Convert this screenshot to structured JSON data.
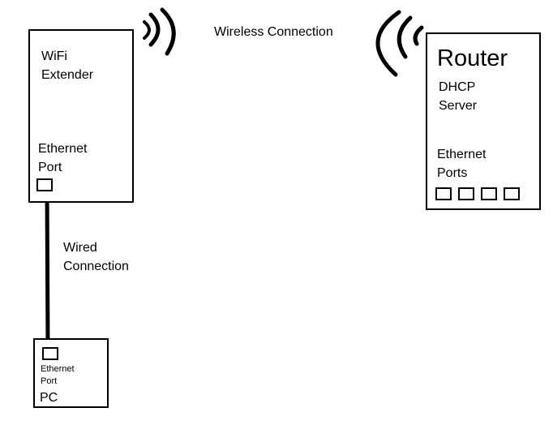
{
  "diagram": {
    "wireless_label": "Wireless Connection",
    "wired_label": "Wired\nConnection",
    "extender": {
      "title": "WiFi\nExtender",
      "port_label": "Ethernet\nPort"
    },
    "router": {
      "title": "Router",
      "subtitle": "DHCP\nServer",
      "ports_label": "Ethernet\nPorts",
      "port_count": 4
    },
    "pc": {
      "port_label": "Ethernet\nPort",
      "title": "PC"
    }
  },
  "colors": {
    "stroke": "#000000",
    "background": "#ffffff"
  }
}
